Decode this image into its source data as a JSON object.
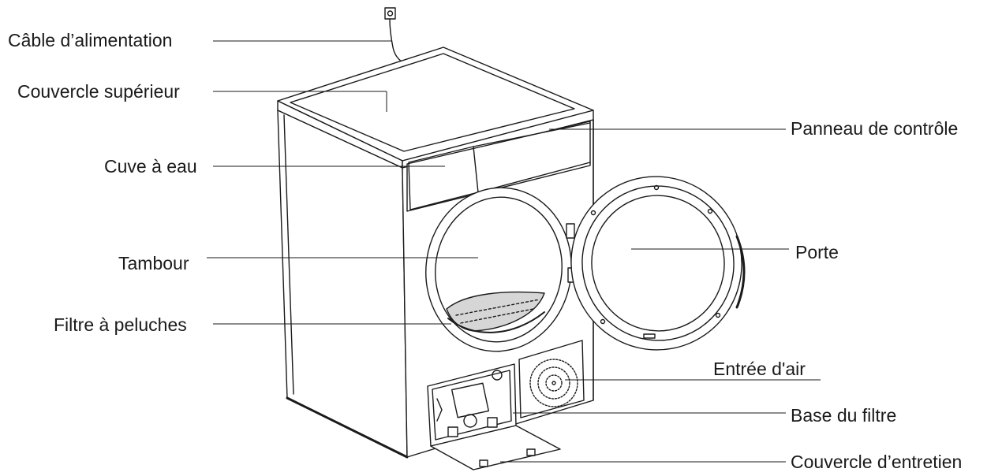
{
  "labels": {
    "power_cable": "Câble d’alimentation",
    "top_cover": "Couvercle supérieur",
    "water_tank": "Cuve à eau",
    "drum": "Tambour",
    "lint_filter": "Filtre à peluches",
    "control_panel": "Panneau de contrôle",
    "door": "Porte",
    "air_inlet": "Entrée d'air",
    "filter_base": "Base du filtre",
    "service_cover": "Couvercle d’entretien"
  },
  "colors": {
    "line": "#1a1a1a",
    "text": "#1a1a1a",
    "shade": "#d6d6d6"
  }
}
